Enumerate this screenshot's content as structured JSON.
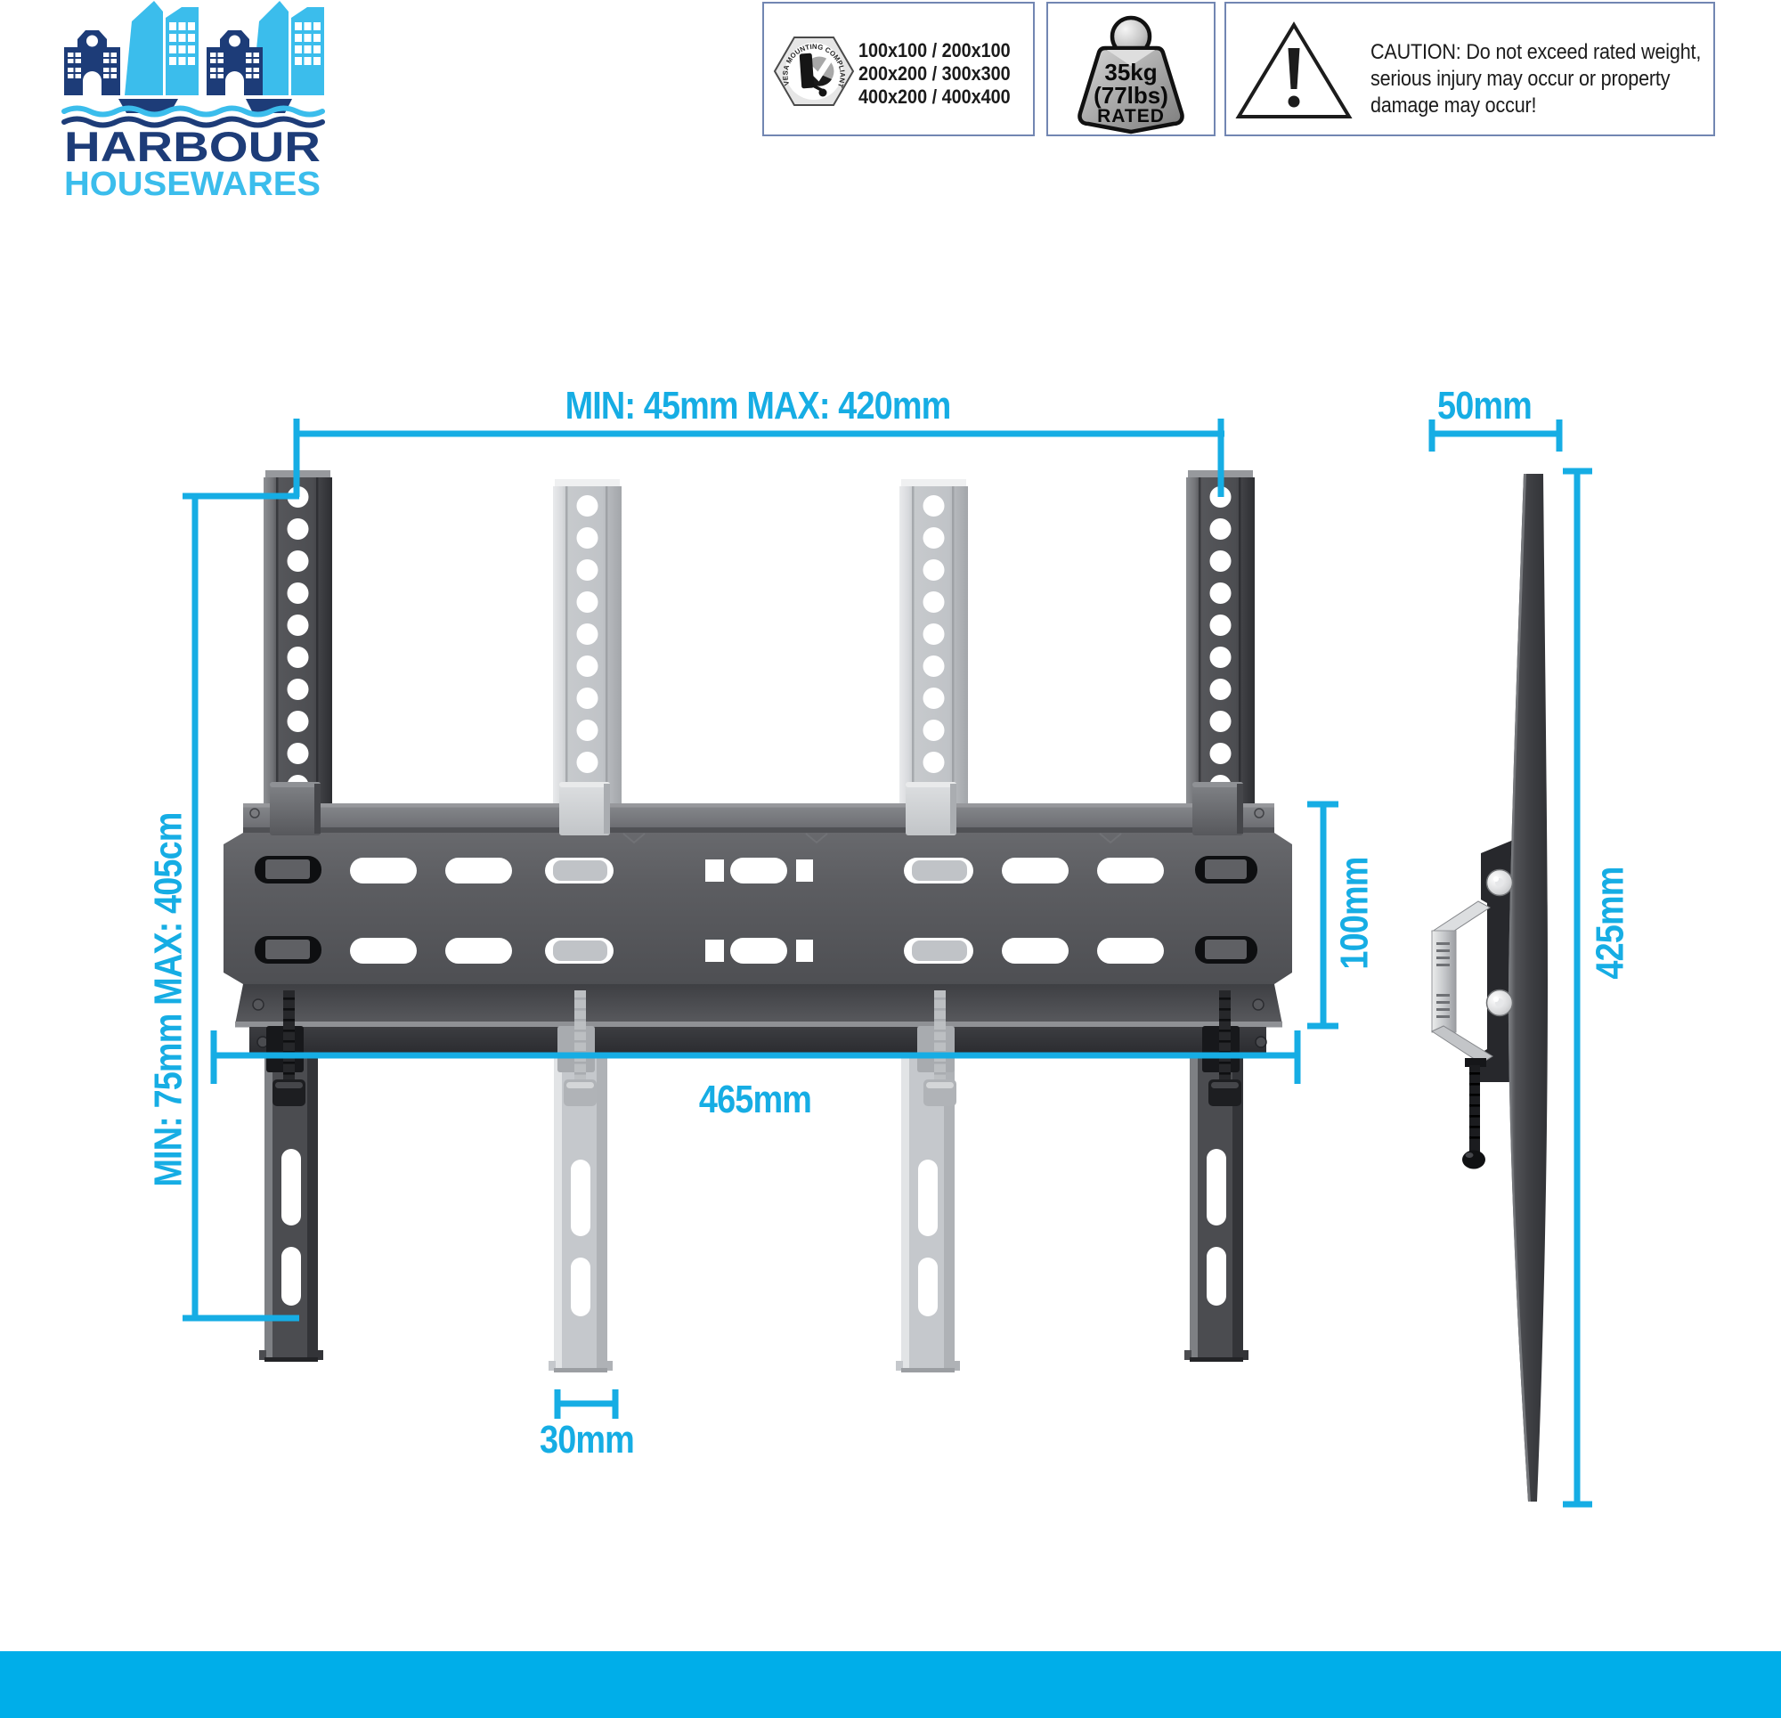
{
  "page": {
    "accent": "#16ade4",
    "band_color": "#00aee9",
    "background": "#ffffff"
  },
  "logo": {
    "line1": "HARBOUR",
    "line2": "HOUSEWARES",
    "navy": "#1d3c78",
    "light_blue": "#3bbdec"
  },
  "info_boxes": {
    "vesa": {
      "badge_text": "VESA MOUNTING COMPLIANT",
      "sizes_line1": "100x100 / 200x100",
      "sizes_line2": "200x200 / 300x300",
      "sizes_line3": "400x200 / 400x400"
    },
    "weight": {
      "value": "35kg",
      "alt": "(77lbs)",
      "label": "RATED"
    },
    "caution": {
      "text": "CAUTION: Do not exceed rated weight,\nserious injury may occur or property\ndamage may occur!"
    }
  },
  "dimensions": {
    "top_span": "MIN: 45mm MAX: 420mm",
    "left_span": "MIN: 75mm MAX: 405cm",
    "plate_height": "100mm",
    "plate_width": "465mm",
    "rail_spacing": "30mm",
    "side_depth": "50mm",
    "side_height": "425mm"
  }
}
